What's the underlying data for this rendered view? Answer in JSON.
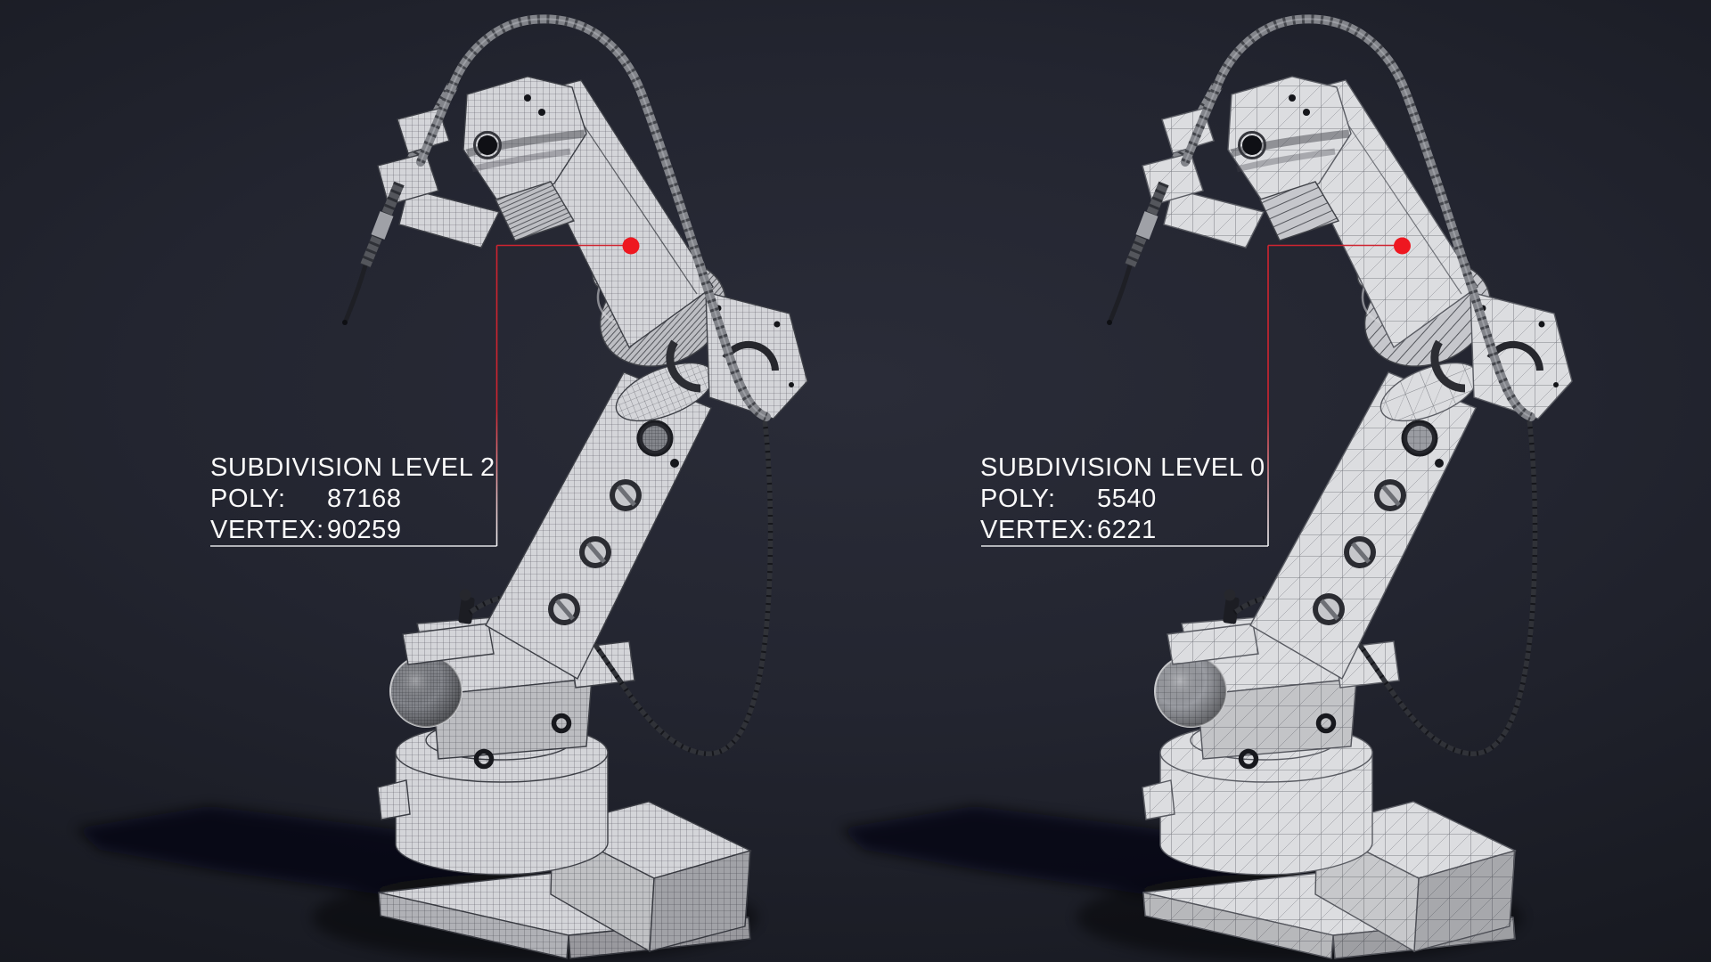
{
  "scene": {
    "description": "wireframe turntable render of a welding robot arm at two subdivision levels",
    "colors": {
      "background_center": "#2a2c38",
      "background_edge": "#111218",
      "model_fill": "#d5d6d9",
      "callout_red": "#cf2430",
      "callout_dot_red": "#ee1720",
      "callout_white": "#f1f2f4",
      "text": "#fafafa"
    }
  },
  "models": [
    {
      "id": "subdiv-2",
      "mesh_density": "high"
    },
    {
      "id": "subdiv-0",
      "mesh_density": "low"
    }
  ],
  "annotations": [
    {
      "title": "SUBDIVISION LEVEL 2",
      "rows": [
        {
          "label": "POLY:",
          "value": "87168"
        },
        {
          "label": "VERTEX:",
          "value": "90259"
        }
      ]
    },
    {
      "title": "SUBDIVISION LEVEL 0",
      "rows": [
        {
          "label": "POLY:",
          "value": "5540"
        },
        {
          "label": "VERTEX:",
          "value": "6221"
        }
      ]
    }
  ]
}
